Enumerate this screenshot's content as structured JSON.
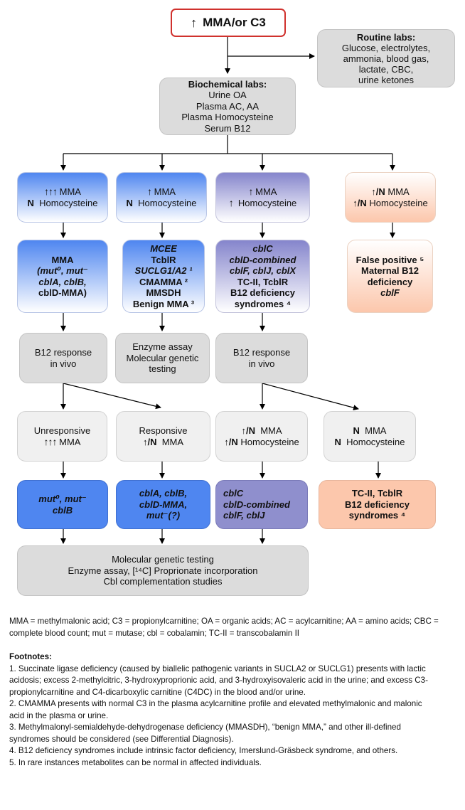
{
  "start": {
    "arrow": "↑",
    "text": "MMA/or C3"
  },
  "routine_labs": {
    "title": "Routine labs:",
    "lines": [
      "Glucose, electrolytes,",
      "ammonia,  blood gas,",
      "lactate, CBC,",
      "urine ketones"
    ]
  },
  "biochemical_labs": {
    "title": "Biochemical labs:",
    "lines": [
      "Urine  OA",
      "Plasma AC, AA",
      "Plasma Homocysteine",
      "Serum B12"
    ]
  },
  "row1": [
    {
      "line1_arrow": "↑↑↑",
      "line1": "MMA",
      "line2_prefix": "N",
      "line2": "Homocysteine"
    },
    {
      "line1_arrow": "↑",
      "line1": "MMA",
      "line2_prefix": "N",
      "line2": "Homocysteine"
    },
    {
      "line1_arrow": "↑",
      "line1": "MMA",
      "line2_prefix": "↑",
      "line2": "Homocysteine"
    },
    {
      "line1_arrow": "↑/N",
      "line1": "MMA",
      "line2_prefix": "↑/N",
      "line2": "Homocysteine"
    }
  ],
  "row2": [
    {
      "lines": [
        "MMA",
        "(mut⁰, mut⁻",
        "cblA, cblB,",
        "cblD-MMA)"
      ]
    },
    {
      "lines": [
        "MCEE",
        "TcblR",
        "SUCLG1/A2 ¹",
        "CMAMMA ²",
        "MMSDH",
        "Benign MMA ³"
      ]
    },
    {
      "lines": [
        "cblC",
        "cblD-combined",
        "cblF, cblJ, cblX",
        "TC-II, TcblR",
        "B12 deficiency",
        "syndromes ⁴"
      ]
    },
    {
      "lines": [
        "False positive ⁵",
        "Maternal  B12",
        "deficiency",
        "cblF"
      ]
    }
  ],
  "row3": [
    {
      "lines": [
        "B12 response",
        "in vivo"
      ]
    },
    {
      "lines": [
        "Enzyme  assay",
        "Molecular genetic",
        "testing"
      ]
    },
    {
      "lines": [
        "B12 response",
        "in vivo"
      ]
    }
  ],
  "row4": [
    {
      "line1": "Unresponsive",
      "line2_prefix": "↑↑↑",
      "line2": "MMA"
    },
    {
      "line1": "Responsive",
      "line2_prefix": "↑/N",
      "line2": "MMA"
    },
    {
      "line1_prefix": "↑/N",
      "line1": "MMA",
      "line2_prefix": "↑/N",
      "line2": "Homocysteine"
    },
    {
      "line1_prefix": "N",
      "line1": "MMA",
      "line2_prefix": "N",
      "line2": "Homocysteine"
    }
  ],
  "row5": [
    {
      "lines": [
        "mut⁰, mut⁻",
        "cblB"
      ]
    },
    {
      "lines": [
        "cblA, cblB,",
        "cblD-MMA,",
        "mut⁻(?)"
      ]
    },
    {
      "lines": [
        "cblC",
        "cblD-combined",
        "cblF, cblJ"
      ]
    },
    {
      "lines": [
        "TC-II, TcblR",
        "B12 deficiency",
        "syndromes ⁴"
      ]
    }
  ],
  "final": {
    "lines": [
      "Molecular genetic testing",
      "Enzyme assay, [¹⁴C] Proprionate incorporation",
      "Cbl complementation studies"
    ]
  },
  "abbreviations": "MMA = methylmalonic acid; C3 = propionylcarnitine;  OA = organic acids; AC = acylcarnitine; AA = amino acids; CBC = complete blood count;  mut = mutase; cbl = cobalamin; TC-II = transcobalamin II",
  "footnotes_title": "Footnotes:",
  "footnotes": [
    "1. Succinate ligase deficiency (caused by biallelic pathogenic variants in SUCLA2 or SUCLG1) presents with lactic acidosis; excess 2-methylcitric, 3-hydroxyproprionic acid, and 3-hydroxyisovaleric acid in the urine; and excess C3-propionylcarnitine and C4-dicarboxylic carnitine (C4DC) in the blood and/or urine.",
    "2. CMAMMA presents with normal C3 in the plasma acylcarnitine profile and elevated methylmalonic and malonic acid in the plasma or urine.",
    "3. Methylmalonyl-semialdehyde-dehydrogenase deficiency (MMASDH), “benign MMA,” and other ill-defined syndromes should be considered (see Differential Diagnosis).",
    "4.  B12 deficiency syndromes include intrinsic factor deficiency, Imerslund-Gräsbeck syndrome, and others.",
    "5. In rare instances metabolites can be normal in affected individuals."
  ]
}
